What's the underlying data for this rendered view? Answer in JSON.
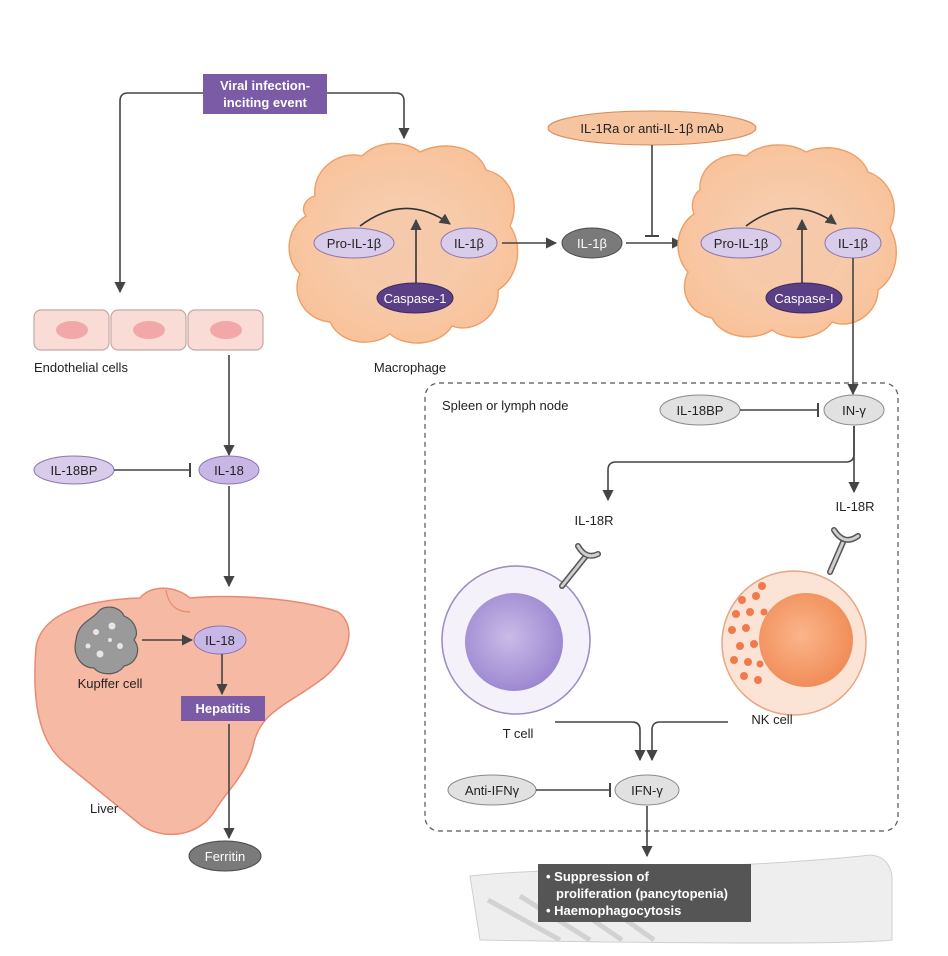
{
  "colors": {
    "purple_box": "#7b5aa6",
    "purple_light": "#d9ccea",
    "purple_dark": "#5a3f86",
    "macrophage": "#f8c8a0",
    "macrophage_edge": "#ee9f66",
    "grey_node": "#7a7a7a",
    "grey_light": "#e1e1e1",
    "liver": "#f6b9a4",
    "liver_edge": "#e88a72",
    "salmon": "#f7c4a0",
    "endothelial": "#f9dcd6",
    "nucleus": "#f2a8a8",
    "tcell": "#a995d6",
    "nkcell": "#f49a6a",
    "arrow": "#444444"
  },
  "top": {
    "event_line1": "Viral infection-",
    "event_line2": "inciting event"
  },
  "left": {
    "endothelial_label": "Endothelial cells",
    "il18bp": "IL-18BP",
    "il18": "IL-18",
    "kupffer_label": "Kupffer cell",
    "liver_il18": "IL-18",
    "hepatitis": "Hepatitis",
    "liver_label": "Liver",
    "ferritin": "Ferritin"
  },
  "macrophage1": {
    "pro_il1b": "Pro-IL-1β",
    "il1b": "IL-1β",
    "caspase": "Caspase-1",
    "label": "Macrophage"
  },
  "middle": {
    "il1b_free": "IL-1β",
    "inhibitor": "IL-1Ra or anti-IL-1β mAb"
  },
  "macrophage2": {
    "pro_il1b": "Pro-IL-1β",
    "il1b": "IL-1β",
    "caspase": "Caspase-I"
  },
  "spleen": {
    "title": "Spleen or lymph node",
    "il18bp": "IL-18BP",
    "ifn_top": "IN-γ",
    "receptor_left": "IL-18R",
    "receptor_right": "IL-18R",
    "tcell_label": "T cell",
    "nkcell_label": "NK cell",
    "anti_ifn": "Anti-IFNγ",
    "ifn_bottom": "IFN-γ"
  },
  "outcome": {
    "line1": "• Suppression of",
    "line2": "proliferation (pancytopenia)",
    "line3": "• Haemophagocytosis"
  }
}
